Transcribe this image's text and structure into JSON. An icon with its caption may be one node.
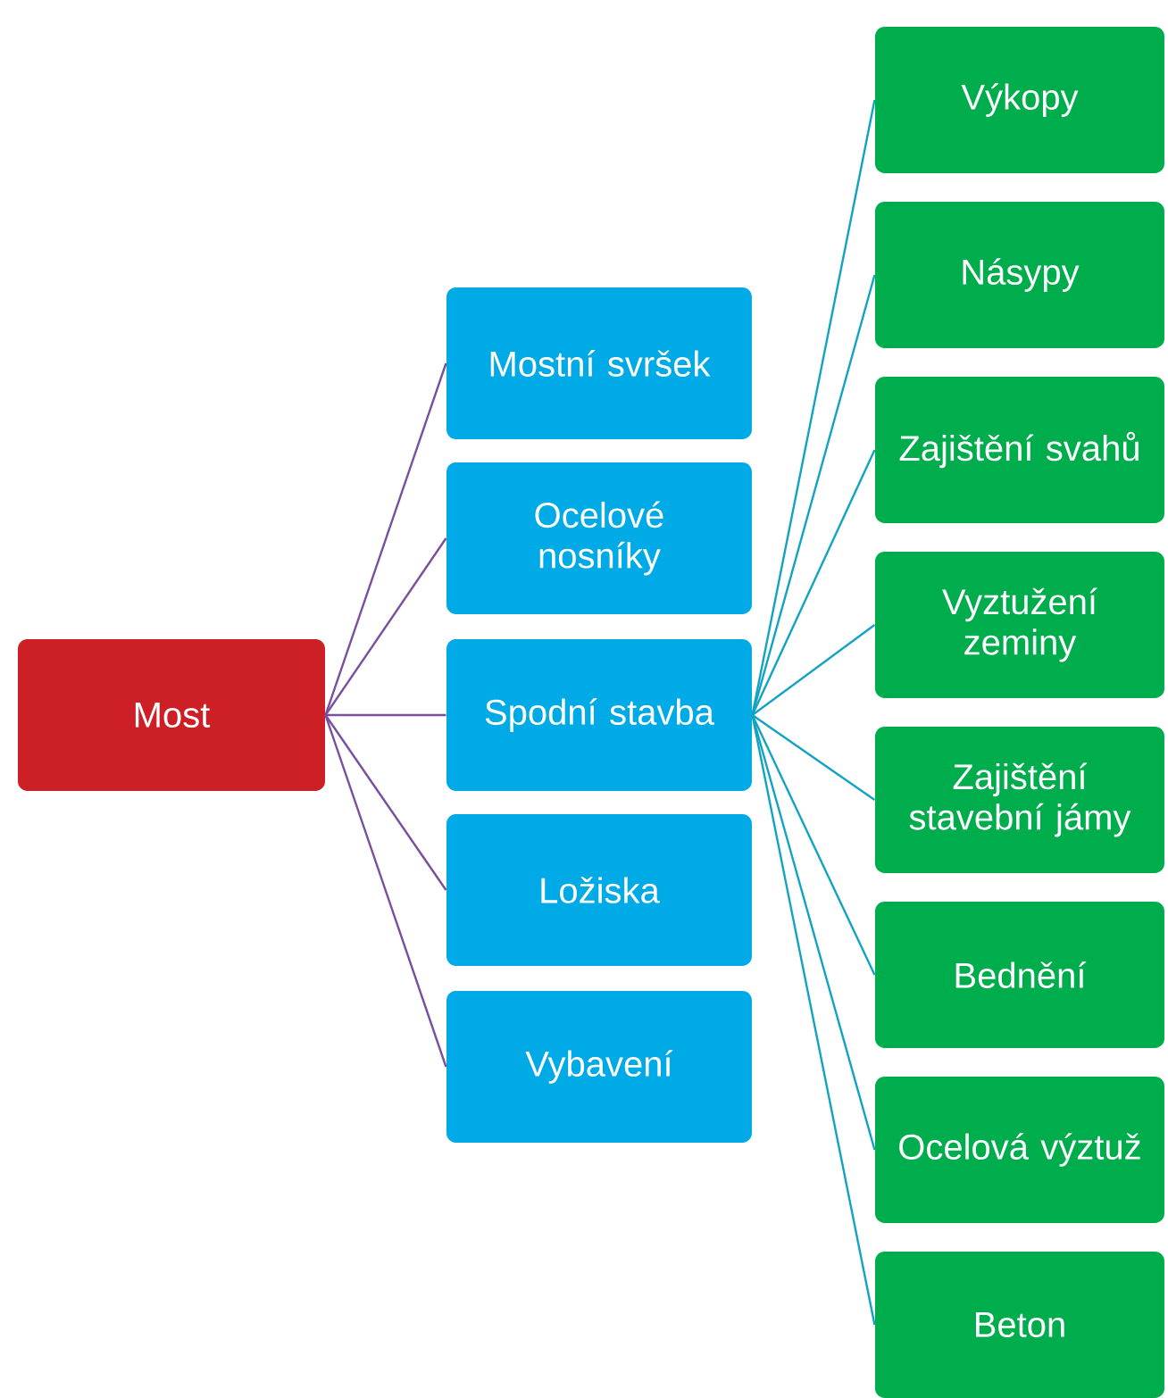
{
  "diagram": {
    "nodes": [
      {
        "text": [
          "Most"
        ]
      },
      {
        "text": [
          "Mostní svršek"
        ]
      },
      {
        "text": [
          "Ocelové nosníky"
        ]
      },
      {
        "text": [
          "Spodní stavba"
        ]
      },
      {
        "text": [
          "Ložiska"
        ]
      },
      {
        "text": [
          "Vybavení"
        ]
      },
      {
        "text": [
          "Výkopy"
        ]
      },
      {
        "text": [
          "Násypy"
        ]
      },
      {
        "text": [
          "Zajištění svahů"
        ]
      },
      {
        "text": [
          "Vyztužení zeminy"
        ]
      },
      {
        "text": [
          "Zajištění stavební jámy"
        ]
      },
      {
        "text": [
          "Bednění"
        ]
      },
      {
        "text": [
          "Ocelová výztuž"
        ]
      },
      {
        "text": [
          "Beton"
        ]
      }
    ],
    "edges": [
      {
        "from": 0,
        "to": 1,
        "arrow": "none",
        "color": "#7a4f9e"
      },
      {
        "from": 0,
        "to": 2,
        "arrow": "none",
        "color": "#7a4f9e"
      },
      {
        "from": 0,
        "to": 3,
        "arrow": "none",
        "color": "#7a4f9e"
      },
      {
        "from": 0,
        "to": 4,
        "arrow": "none",
        "color": "#7a4f9e"
      },
      {
        "from": 0,
        "to": 5,
        "arrow": "none",
        "color": "#7a4f9e"
      },
      {
        "from": 3,
        "to": 6,
        "arrow": "none"
      },
      {
        "from": 3,
        "to": 7,
        "arrow": "none"
      },
      {
        "from": 3,
        "to": 8,
        "arrow": "none"
      },
      {
        "from": 3,
        "to": 9,
        "arrow": "none"
      },
      {
        "from": 3,
        "to": 10,
        "arrow": "none"
      },
      {
        "from": 3,
        "to": 11,
        "arrow": "none"
      },
      {
        "from": 3,
        "to": 12,
        "arrow": "none"
      },
      {
        "from": 3,
        "to": 13,
        "arrow": "none"
      }
    ]
  }
}
